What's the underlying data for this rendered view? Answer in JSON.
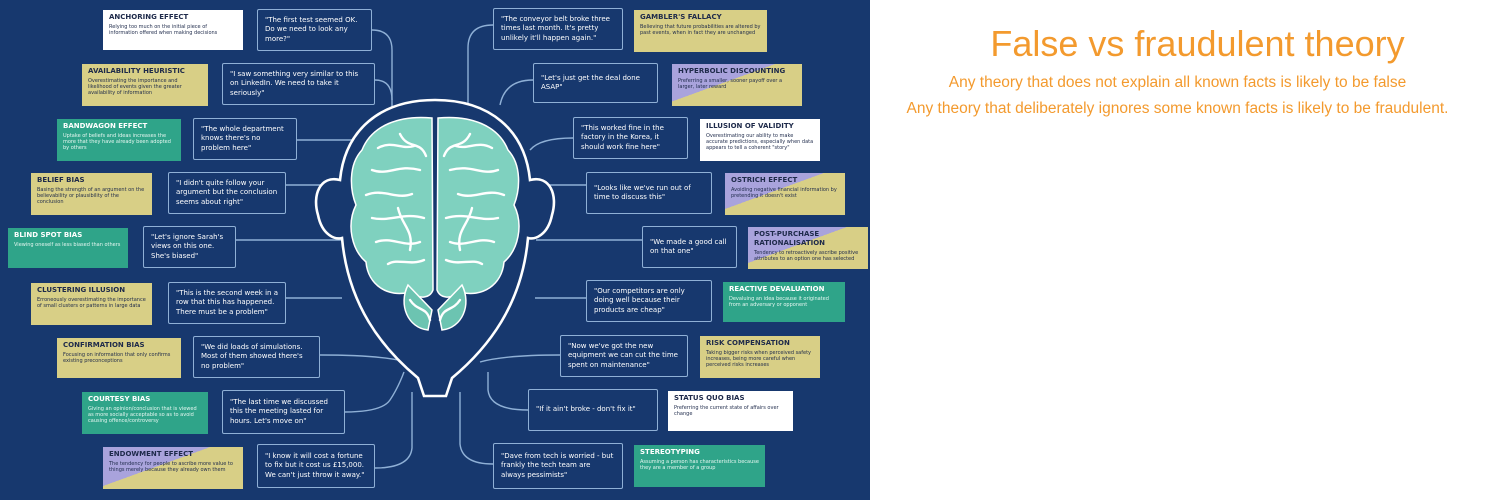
{
  "heading": {
    "title": "False vs fraudulent theory",
    "lines": [
      "Any theory that does not explain all known facts is likely to be false",
      "Any theory that deliberately ignores some known facts is likely to be fraudulent."
    ]
  },
  "colors": {
    "background": "#17386e",
    "yellow": "#d8cf86",
    "teal": "#2fa489",
    "violet": "#a9a3dc",
    "white": "#ffffff",
    "line": "#8fb0d6",
    "accent": "#f39a2e"
  },
  "left": [
    {
      "name": "ANCHORING EFFECT",
      "desc": "Relying too much on the initial piece of information offered when making decisions",
      "quote": "\"The first test seemed OK. Do we need to look any more?\"",
      "color": "white"
    },
    {
      "name": "AVAILABILITY HEURISTIC",
      "desc": "Overestimating the importance and likelihood of events given the greater availability of information",
      "quote": "\"I saw something very similar to this on LinkedIn. We need to take it seriously\"",
      "color": "yellow"
    },
    {
      "name": "BANDWAGON EFFECT",
      "desc": "Uptake of beliefs and ideas increases the more that they have already been adopted by others",
      "quote": "\"The whole department knows there's no problem here\"",
      "color": "teal"
    },
    {
      "name": "BELIEF BIAS",
      "desc": "Basing the strength of an argument on the believability or plausibility of the conclusion",
      "quote": "\"I didn't quite follow your argument but the conclusion seems about right\"",
      "color": "yellow"
    },
    {
      "name": "BLIND SPOT BIAS",
      "desc": "Viewing oneself as less biased than others",
      "quote": "\"Let's ignore Sarah's views on this one. She's biased\"",
      "color": "teal"
    },
    {
      "name": "CLUSTERING ILLUSION",
      "desc": "Erroneously overestimating the importance of small clusters or patterns in large data",
      "quote": "\"This is the second week in a row that this has happened. There must be a problem\"",
      "color": "yellow"
    },
    {
      "name": "CONFIRMATION BIAS",
      "desc": "Focusing on information that only confirms existing preconceptions",
      "quote": "\"We did loads of simulations. Most of them showed there's no problem\"",
      "color": "yellow"
    },
    {
      "name": "COURTESY BIAS",
      "desc": "Giving an opinion/conclusion that is viewed as more socially acceptable so as to avoid causing offence/controversy",
      "quote": "\"The last time we discussed this the meeting lasted for hours. Let's move on\"",
      "color": "teal"
    },
    {
      "name": "ENDOWMENT EFFECT",
      "desc": "The tendency for people to ascribe more value to things merely because they already own them",
      "quote": "\"I know it will cost a fortune to fix but it cost us £15,000. We can't just throw it away.\"",
      "color": "violet"
    }
  ],
  "right": [
    {
      "name": "GAMBLER'S FALLACY",
      "desc": "Believing that future probabilities are altered by past events, when in fact they are unchanged",
      "quote": "\"The conveyor belt broke three times last month. It's pretty unlikely it'll happen again.\"",
      "color": "yellow"
    },
    {
      "name": "HYPERBOLIC DISCOUNTING",
      "desc": "Preferring a smaller, sooner payoff over a larger, later reward",
      "quote": "\"Let's just get the deal done ASAP\"",
      "color": "violet"
    },
    {
      "name": "ILLUSION OF VALIDITY",
      "desc": "Overestimating our ability to make accurate predictions, especially when data appears to tell a coherent \"story\"",
      "quote": "\"This worked fine in the factory in the Korea, it should work fine here\"",
      "color": "white"
    },
    {
      "name": "OSTRICH EFFECT",
      "desc": "Avoiding negative financial information by pretending it doesn't exist",
      "quote": "\"Looks like we've run out of time to discuss this\"",
      "color": "violet"
    },
    {
      "name": "POST-PURCHASE RATIONALISATION",
      "desc": "Tendency to retroactively ascribe positive attributes to an option one has selected",
      "quote": "\"We made a good call on that one\"",
      "color": "violet"
    },
    {
      "name": "REACTIVE DEVALUATION",
      "desc": "Devaluing an idea because it originated from an adversary or opponent",
      "quote": "\"Our competitors are only doing well because their products are cheap\"",
      "color": "teal"
    },
    {
      "name": "RISK COMPENSATION",
      "desc": "Taking bigger risks when perceived safety increases, being more careful when perceived risks increases",
      "quote": "\"Now we've got the new equipment we can cut the time spent on maintenance\"",
      "color": "yellow"
    },
    {
      "name": "STATUS QUO BIAS",
      "desc": "Preferring the current state of affairs over change",
      "quote": "\"If it ain't broke - don't fix it\"",
      "color": "white"
    },
    {
      "name": "STEREOTYPING",
      "desc": "Assuming a person has characteristics because they are a member of a group",
      "quote": "\"Dave from tech is worried - but frankly the tech team are always pessimists\"",
      "color": "teal"
    }
  ]
}
